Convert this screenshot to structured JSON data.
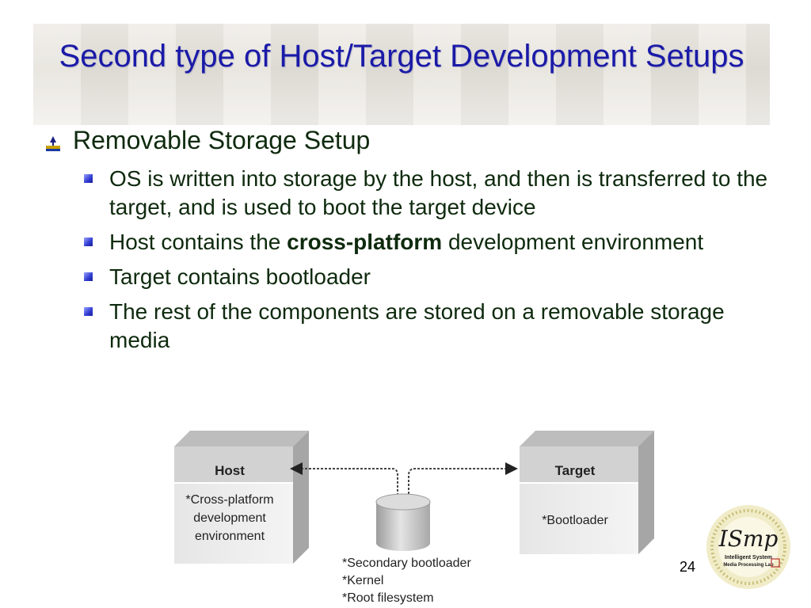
{
  "slide": {
    "title": "Second type of Host/Target Development Setups",
    "level1": "Removable Storage Setup",
    "bullets": {
      "b1": "OS is written into storage by the host, and then is transferred to the target, and is used to boot the target device",
      "b2_pre": "Host contains the ",
      "b2_bold": "cross-platform",
      "b2_post": " development environment",
      "b3": "Target contains bootloader",
      "b4": "The rest of the components are stored on a removable storage media"
    },
    "page_number": "24"
  },
  "diagram": {
    "host_label": "Host",
    "host_lines": [
      "*Cross-platform",
      "development",
      "environment"
    ],
    "target_label": "Target",
    "target_lines": [
      "*Bootloader"
    ],
    "storage_lines": [
      "*Secondary bootloader",
      "*Kernel",
      "*Root filesystem"
    ]
  },
  "logo": {
    "mark": "ISmp",
    "line1": "Intelligent  System",
    "line2": "Media  Processing Lab"
  },
  "colors": {
    "title": "#1a1aa8",
    "body_text": "#0e2a0e",
    "bullet_blue": "#2f3ad0"
  }
}
